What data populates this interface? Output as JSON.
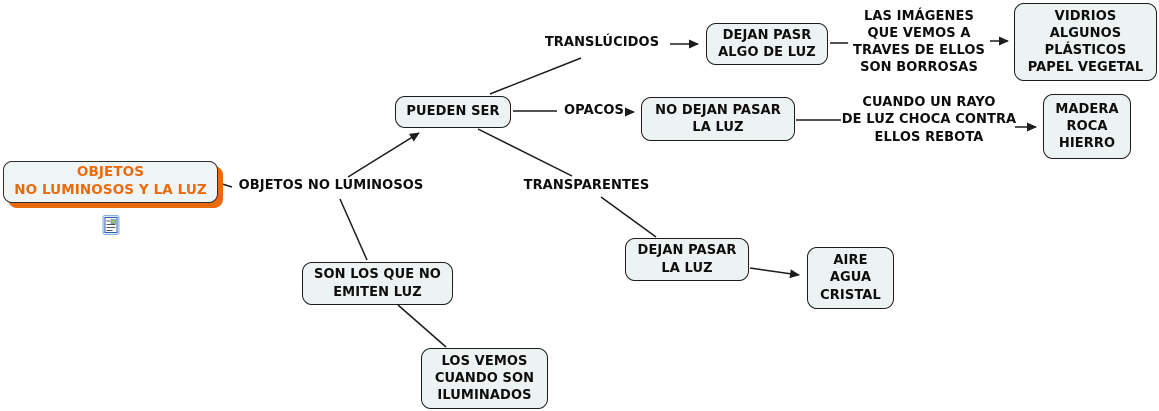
{
  "title": "OBJETOS NO LUMINOSOS Y LA LUZ",
  "colors": {
    "accent_orange": "#E96A0D",
    "node_fill": "#EDF3F2",
    "node_border": "#1C1C1C",
    "background": "#FFFFFF",
    "text": "#0D0D0D"
  },
  "map": {
    "root": {
      "label": "OBJETOS\nNO LUMINOSOS Y LA LUZ",
      "icon": "resource-icon"
    },
    "labels": {
      "objetos_no_luminosos": "OBJETOS NO LUMINOSOS",
      "translucidos": "TRANSLÚCIDOS",
      "opacos": "OPACOS",
      "transparentes": "TRANSPARENTES",
      "imagenes_borrosas": "LAS IMÁGENES\nQUE VEMOS A\nTRAVES DE ELLOS\nSON BORROSAS",
      "rayo_rebota": "CUANDO UN RAYO\nDE LUZ CHOCA CONTRA\nELLOS REBOTA"
    },
    "boxes": {
      "pueden_ser": "PUEDEN SER",
      "dejan_pasr_algo": "DEJAN PASR\nALGO DE LUZ",
      "vidrios": "VIDRIOS\nALGUNOS\nPLÁSTICOS\nPAPEL VEGETAL",
      "no_dejan_pasar": "NO DEJAN PASAR\nLA LUZ",
      "madera": "MADERA\nROCA\nHIERRO",
      "dejan_pasar": "DEJAN PASAR\nLA LUZ",
      "aire": "AIRE\nAGUA\nCRISTAL",
      "son_los_que_no": "SON LOS QUE NO\nEMITEN LUZ",
      "los_vemos": "LOS VEMOS\nCUANDO SON\nILUMINADOS"
    }
  }
}
